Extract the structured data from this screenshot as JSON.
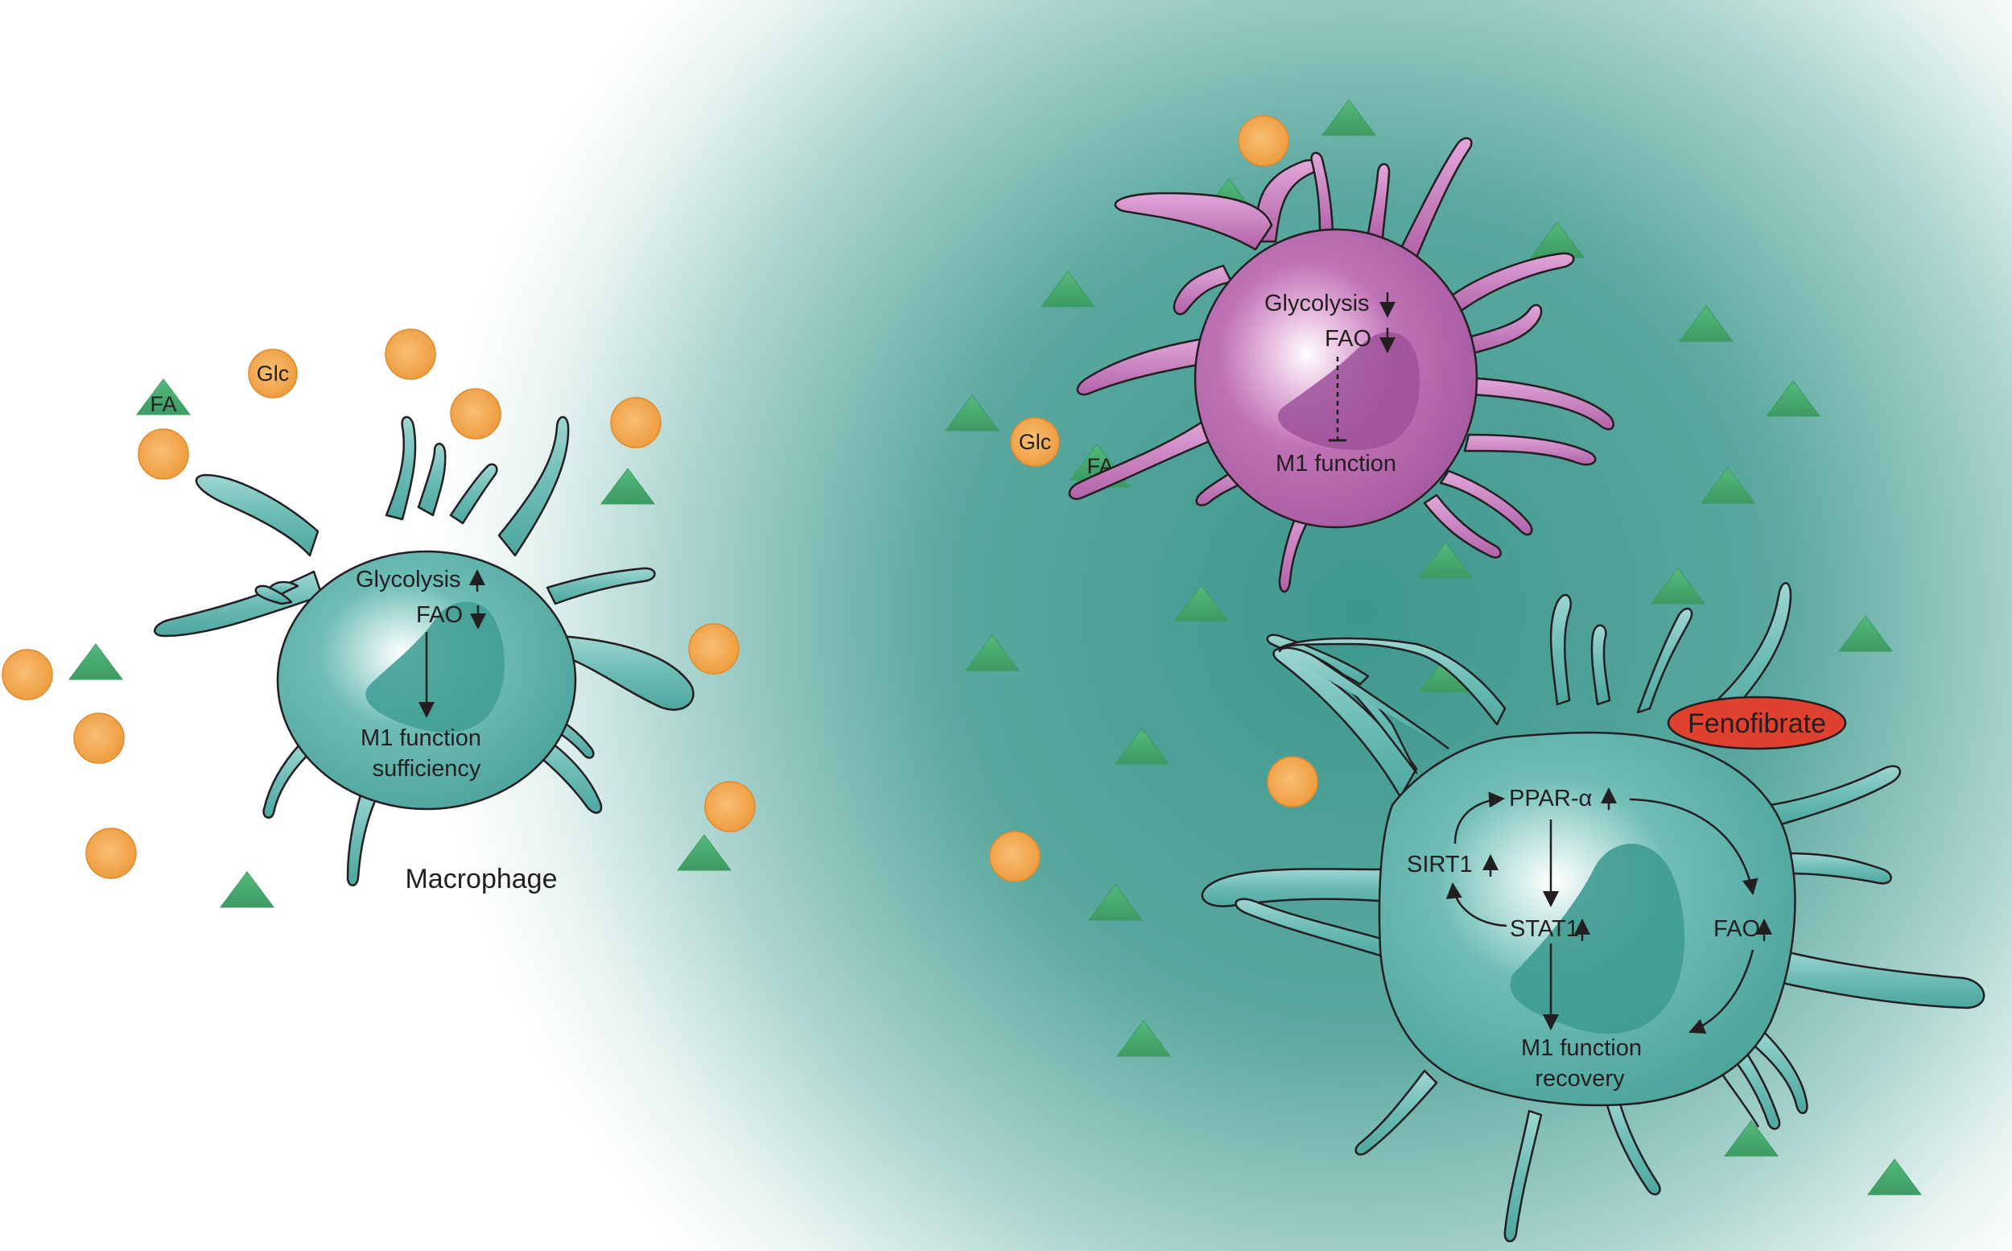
{
  "molecules": {
    "glucose": "Glc",
    "fatty_acid": "FA"
  },
  "normal_cell": {
    "caption": "Macrophage",
    "glycolysis": "Glycolysis",
    "glycolysis_dir": "up",
    "fao": "FAO",
    "fao_dir": "down",
    "outcome_1": "M1 function",
    "outcome_2": "sufficiency"
  },
  "impaired_cell": {
    "glycolysis": "Glycolysis",
    "glycolysis_dir": "down",
    "fao": "FAO",
    "fao_dir": "down",
    "outcome": "M1 function"
  },
  "treated_cell": {
    "drug": "Fenofibrate",
    "ppar": "PPAR-α",
    "ppar_dir": "up",
    "sirt1": "SIRT1",
    "sirt1_dir": "up",
    "stat1": "STAT1",
    "stat1_dir": "up",
    "fao": "FAO",
    "fao_dir": "up",
    "outcome_1": "M1 function",
    "outcome_2": "recovery"
  },
  "colors": {
    "teal_cell": "#5fb3ad",
    "teal_nucleus": "#3f9b91",
    "purple_cell": "#b763ad",
    "purple_nucleus": "#8f4a8a",
    "glucose": "#f2a145",
    "fatty_acid": "#45a96d",
    "drug": "#e0412e",
    "background_glow": "#3e988e"
  }
}
